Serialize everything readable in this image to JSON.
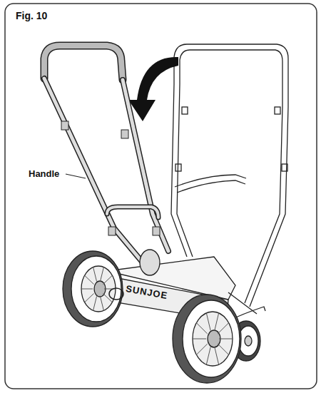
{
  "diagram": {
    "labels": [
      "Fig. 10",
      "Handle",
      "SUNJOE"
    ]
  }
}
